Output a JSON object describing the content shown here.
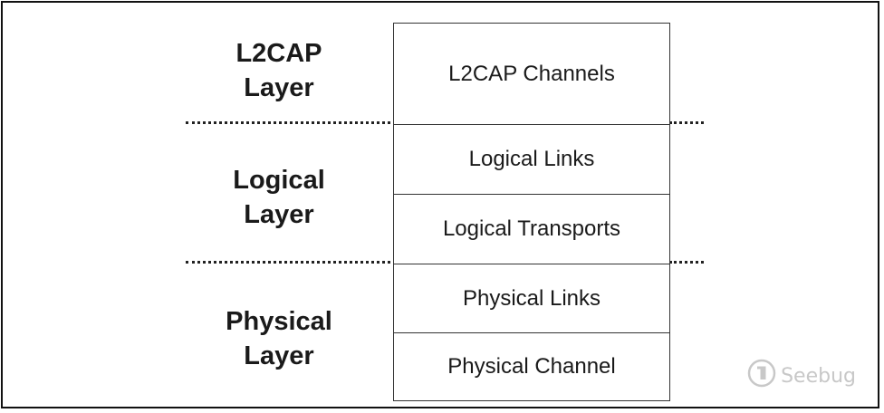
{
  "layers": [
    {
      "line1": "L2CAP",
      "line2": "Layer"
    },
    {
      "line1": "Logical",
      "line2": "Layer"
    },
    {
      "line1": "Physical",
      "line2": "Layer"
    }
  ],
  "stack": [
    "L2CAP Channels",
    "Logical Links",
    "Logical Transports",
    "Physical Links",
    "Physical Channel"
  ],
  "watermark": {
    "text": "Seebug",
    "icon": "seebug-logo-icon"
  }
}
